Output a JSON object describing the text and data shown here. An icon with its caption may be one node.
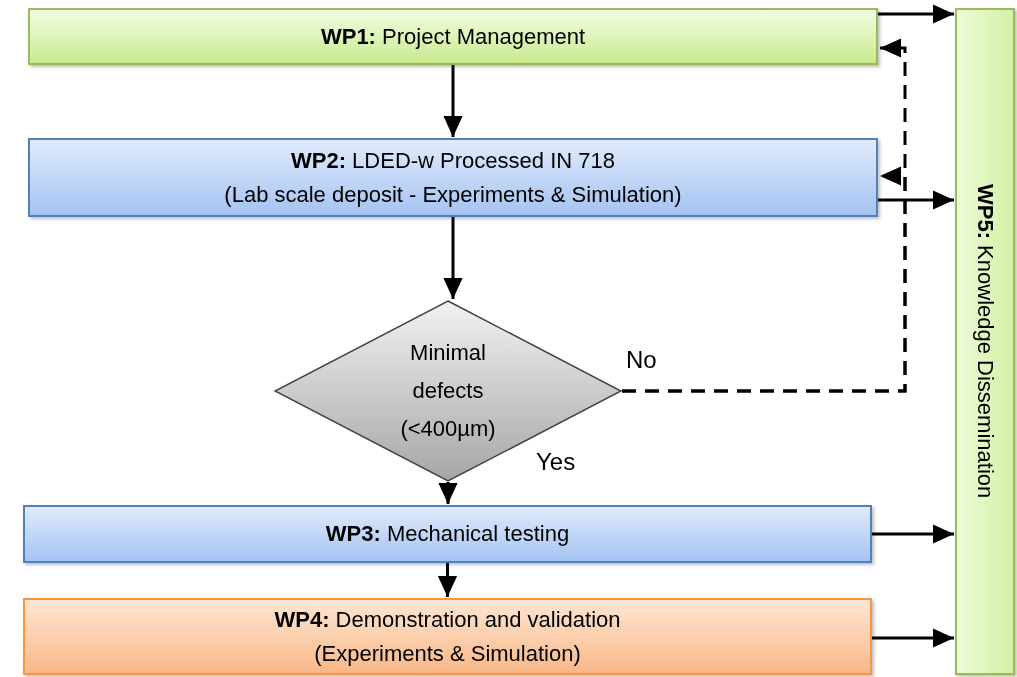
{
  "diagram": {
    "nodes": [
      {
        "text": [
          "**WP1:** Project Management"
        ]
      },
      {
        "text": [
          "**WP2:** LDED-w Processed IN 718",
          "(Lab scale deposit - Experiments & Simulation)"
        ]
      },
      {
        "text": [
          "Minimal defects (<400µm)"
        ]
      },
      {
        "text": [
          "**WP3:** Mechanical testing"
        ]
      },
      {
        "text": [
          "**WP4:** Demonstration and validation",
          "(Experiments & Simulation)"
        ]
      },
      {
        "text": [
          "**WP5:** Knowledge Dissemination"
        ]
      }
    ],
    "edges": [
      {
        "from": 0,
        "to": 1,
        "arrow": "to"
      },
      {
        "from": 1,
        "to": 2,
        "arrow": "to"
      },
      {
        "from": 2,
        "to": 3,
        "arrow": "to",
        "label": "Yes"
      },
      {
        "from": 3,
        "to": 4,
        "arrow": "to"
      },
      {
        "from": 2,
        "to": 1,
        "arrow": "to",
        "style": "dashed",
        "label": "No"
      },
      {
        "from": 2,
        "to": 0,
        "arrow": "to",
        "style": "dashed"
      },
      {
        "from": 0,
        "to": 5,
        "arrow": "to"
      },
      {
        "from": 1,
        "to": 5,
        "arrow": "to"
      },
      {
        "from": 3,
        "to": 5,
        "arrow": "to"
      },
      {
        "from": 4,
        "to": 5,
        "arrow": "to"
      }
    ]
  }
}
